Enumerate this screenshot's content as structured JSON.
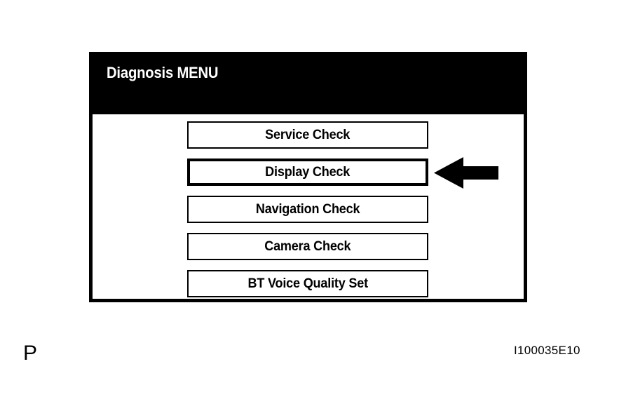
{
  "figure": {
    "page_marker": "P",
    "figure_code": "I100035E10"
  },
  "device_screen": {
    "header": {
      "title": "Diagnosis MENU",
      "background_color": "#000000",
      "text_color": "#ffffff"
    },
    "body": {
      "background_color": "#ffffff",
      "border_color": "#000000"
    },
    "menu": {
      "items": [
        {
          "label": "Service Check",
          "selected": false
        },
        {
          "label": "Display Check",
          "selected": true
        },
        {
          "label": "Navigation Check",
          "selected": false
        },
        {
          "label": "Camera Check",
          "selected": false
        },
        {
          "label": "BT Voice Quality Set",
          "selected": false
        }
      ]
    }
  },
  "annotation": {
    "arrow": {
      "icon": "arrow-left-icon",
      "direction": "left",
      "color": "#000000",
      "points_to": "Display Check"
    }
  }
}
